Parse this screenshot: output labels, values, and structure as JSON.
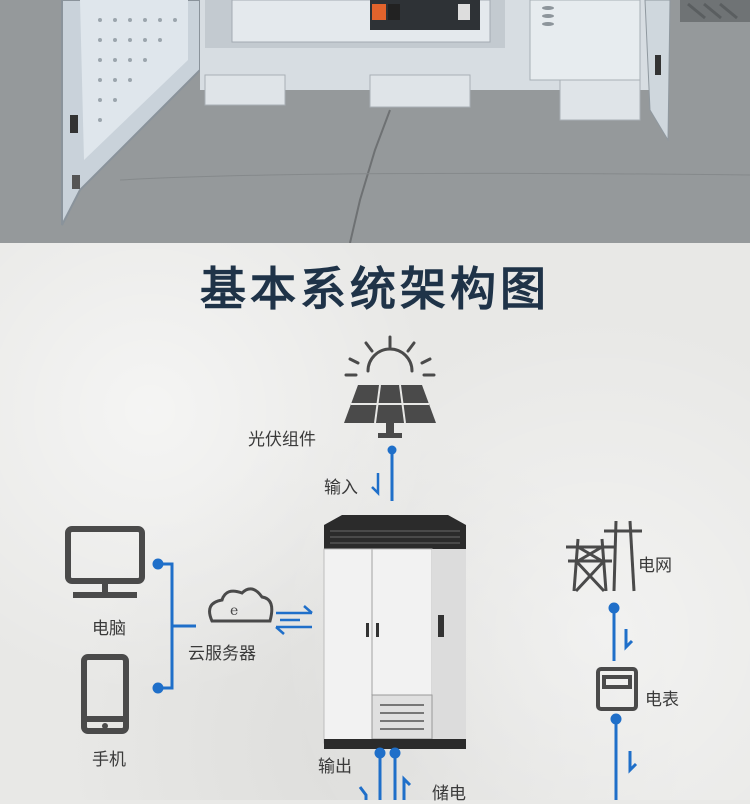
{
  "title": "基本系统架构图",
  "nodes": {
    "pv": "光伏组件",
    "input": "输入",
    "computer": "电脑",
    "cloud": "云服务器",
    "phone": "手机",
    "grid": "电网",
    "meter": "电表",
    "output": "输出",
    "storage": "储电"
  },
  "cloud_icon_letter": "e",
  "colors": {
    "title": "#1f3348",
    "accent_blue": "#1f6fc9",
    "icon_gray": "#4a4a4a"
  }
}
